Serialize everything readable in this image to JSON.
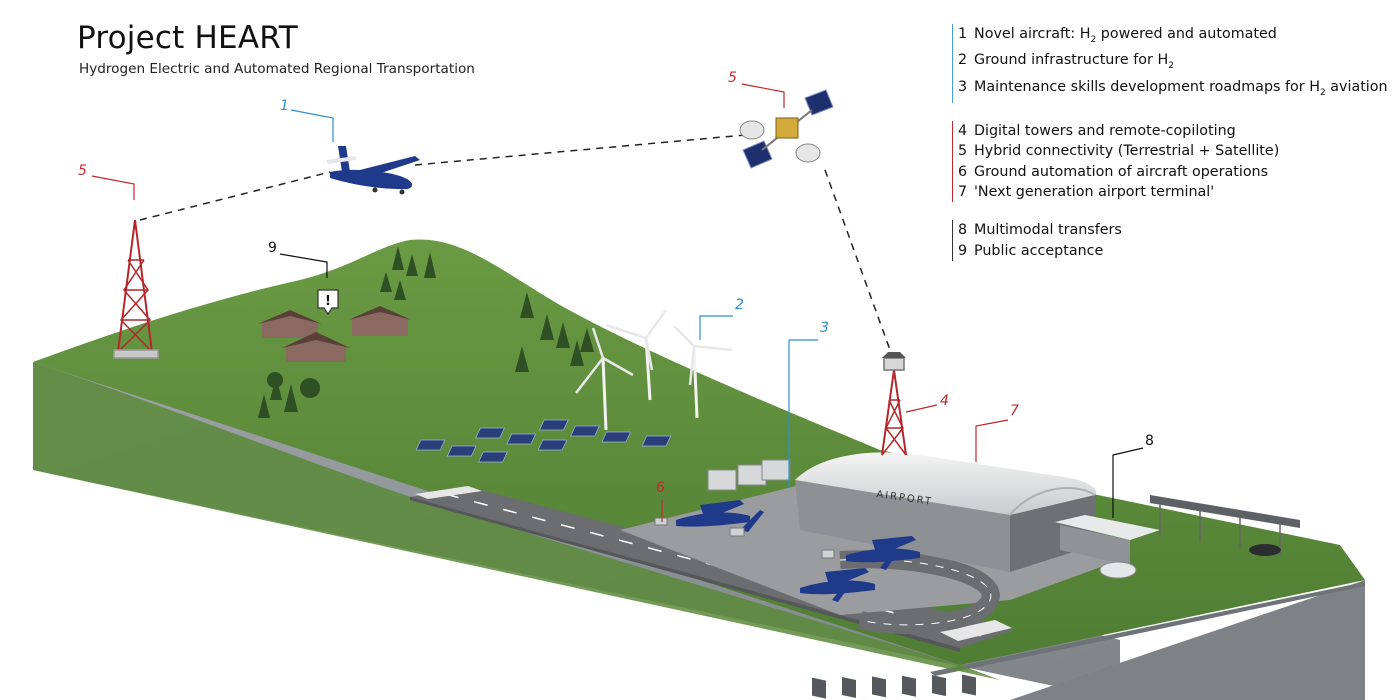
{
  "header": {
    "title": "Project HEART",
    "subtitle": "Hydrogen Electric and Automated Regional Transportation"
  },
  "legend": {
    "groups": [
      {
        "color": "#4a9fd8",
        "items": [
          {
            "num": "1",
            "pre": "Novel aircraft: H",
            "sub": "2",
            "post": " powered and automated"
          },
          {
            "num": "2",
            "pre": "Ground infrastructure for H",
            "sub": "2",
            "post": ""
          },
          {
            "num": "3",
            "pre": "Maintenance skills development roadmaps for H",
            "sub": "2",
            "post": " aviation"
          }
        ]
      },
      {
        "color": "#c0282e",
        "items": [
          {
            "num": "4",
            "pre": "Digital towers and remote-copiloting",
            "sub": "",
            "post": ""
          },
          {
            "num": "5",
            "pre": "Hybrid connectivity (Terrestrial + Satellite)",
            "sub": "",
            "post": ""
          },
          {
            "num": "6",
            "pre": "Ground automation of aircraft operations",
            "sub": "",
            "post": ""
          },
          {
            "num": "7",
            "pre": "'Next generation airport terminal'",
            "sub": "",
            "post": ""
          }
        ]
      },
      {
        "color": "#333333",
        "items": [
          {
            "num": "8",
            "pre": "Multimodal transfers",
            "sub": "",
            "post": ""
          },
          {
            "num": "9",
            "pre": "Public acceptance",
            "sub": "",
            "post": ""
          }
        ]
      }
    ]
  },
  "callouts": {
    "aircraft": "1",
    "h2_infra": "2",
    "maintenance": "3",
    "digital_tower": "4",
    "satellite": "5",
    "ground_tower": "5",
    "ground_automation": "6",
    "terminal": "7",
    "multimodal": "8",
    "public": "9"
  },
  "scene": {
    "airport_sign": "AIRPORT",
    "alert_symbol": "!"
  },
  "colors": {
    "blue": "#2f8fd0",
    "red": "#c0282e",
    "dark": "#111111",
    "grass": "#5c8a3e",
    "ground_side": "#8f9498",
    "runway": "#6b6d70",
    "aircraft": "#1f3a8a"
  }
}
